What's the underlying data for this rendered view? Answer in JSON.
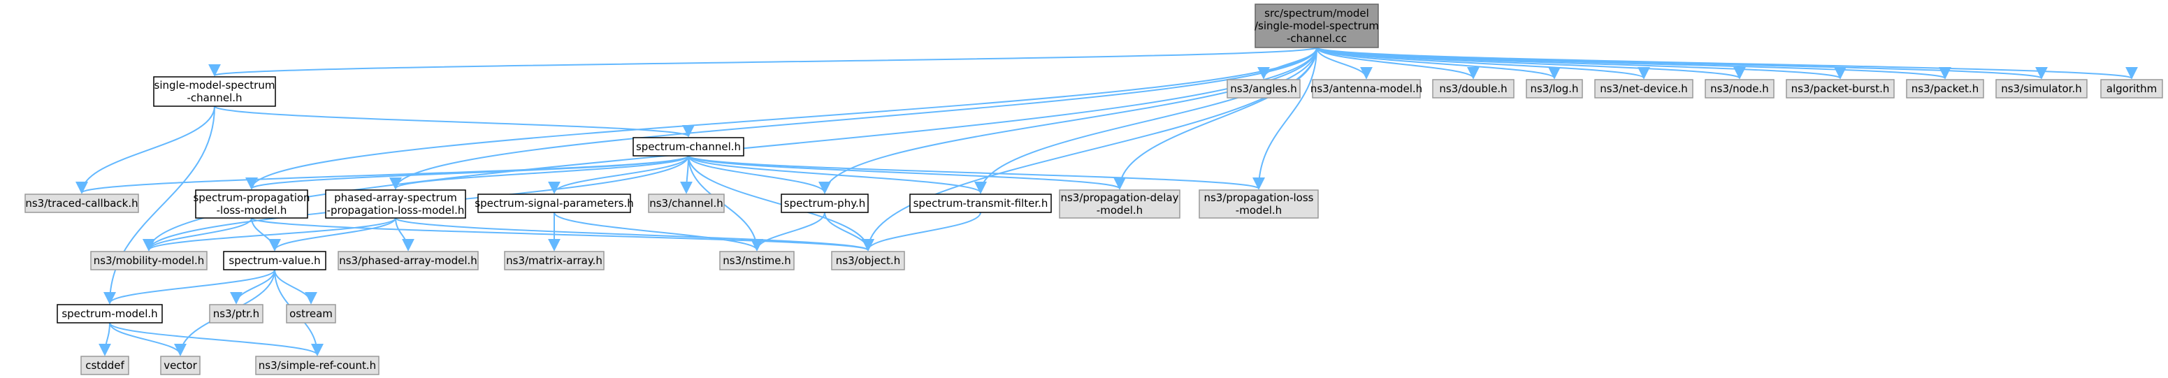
{
  "colors": {
    "edge": "#63b8ff",
    "root_fill": "#999999",
    "root_stroke": "#666666",
    "local_fill": "#ffffff",
    "local_stroke": "#000000",
    "external_fill": "#e0e0e0",
    "external_stroke": "#999999"
  },
  "nodes": [
    {
      "id": "root",
      "kind": "root",
      "lines": [
        "src/spectrum/model",
        "/single-model-spectrum",
        "-channel.cc"
      ]
    },
    {
      "id": "smsc_h",
      "kind": "local",
      "lines": [
        "single-model-spectrum",
        "-channel.h"
      ]
    },
    {
      "id": "angles",
      "kind": "external",
      "lines": [
        "ns3/angles.h"
      ]
    },
    {
      "id": "antenna",
      "kind": "external",
      "lines": [
        "ns3/antenna-model.h"
      ]
    },
    {
      "id": "double",
      "kind": "external",
      "lines": [
        "ns3/double.h"
      ]
    },
    {
      "id": "log",
      "kind": "external",
      "lines": [
        "ns3/log.h"
      ]
    },
    {
      "id": "netdev",
      "kind": "external",
      "lines": [
        "ns3/net-device.h"
      ]
    },
    {
      "id": "node",
      "kind": "external",
      "lines": [
        "ns3/node.h"
      ]
    },
    {
      "id": "pktburst",
      "kind": "external",
      "lines": [
        "ns3/packet-burst.h"
      ]
    },
    {
      "id": "packet",
      "kind": "external",
      "lines": [
        "ns3/packet.h"
      ]
    },
    {
      "id": "simulator",
      "kind": "external",
      "lines": [
        "ns3/simulator.h"
      ]
    },
    {
      "id": "algorithm",
      "kind": "external",
      "lines": [
        "algorithm"
      ]
    },
    {
      "id": "spchan",
      "kind": "local",
      "lines": [
        "spectrum-channel.h"
      ]
    },
    {
      "id": "traced",
      "kind": "external",
      "lines": [
        "ns3/traced-callback.h"
      ]
    },
    {
      "id": "spprop",
      "kind": "local",
      "lines": [
        "spectrum-propagation",
        "-loss-model.h"
      ]
    },
    {
      "id": "phased",
      "kind": "local",
      "lines": [
        "phased-array-spectrum",
        "-propagation-loss-model.h"
      ]
    },
    {
      "id": "sigparams",
      "kind": "local",
      "lines": [
        "spectrum-signal-parameters.h"
      ]
    },
    {
      "id": "ns3chan",
      "kind": "external",
      "lines": [
        "ns3/channel.h"
      ]
    },
    {
      "id": "spphy",
      "kind": "local",
      "lines": [
        "spectrum-phy.h"
      ]
    },
    {
      "id": "txfilter",
      "kind": "local",
      "lines": [
        "spectrum-transmit-filter.h"
      ]
    },
    {
      "id": "propdelay",
      "kind": "external",
      "lines": [
        "ns3/propagation-delay",
        "-model.h"
      ]
    },
    {
      "id": "proploss",
      "kind": "external",
      "lines": [
        "ns3/propagation-loss",
        "-model.h"
      ]
    },
    {
      "id": "mobility",
      "kind": "external",
      "lines": [
        "ns3/mobility-model.h"
      ]
    },
    {
      "id": "spvalue",
      "kind": "local",
      "lines": [
        "spectrum-value.h"
      ]
    },
    {
      "id": "phasedmodel",
      "kind": "external",
      "lines": [
        "ns3/phased-array-model.h"
      ]
    },
    {
      "id": "matrix",
      "kind": "external",
      "lines": [
        "ns3/matrix-array.h"
      ]
    },
    {
      "id": "nstime",
      "kind": "external",
      "lines": [
        "ns3/nstime.h"
      ]
    },
    {
      "id": "object",
      "kind": "external",
      "lines": [
        "ns3/object.h"
      ]
    },
    {
      "id": "spmodel",
      "kind": "local",
      "lines": [
        "spectrum-model.h"
      ]
    },
    {
      "id": "ptr",
      "kind": "external",
      "lines": [
        "ns3/ptr.h"
      ]
    },
    {
      "id": "ostream",
      "kind": "external",
      "lines": [
        "ostream"
      ]
    },
    {
      "id": "cstddef",
      "kind": "external",
      "lines": [
        "cstddef"
      ]
    },
    {
      "id": "vector",
      "kind": "external",
      "lines": [
        "vector"
      ]
    },
    {
      "id": "simpleref",
      "kind": "external",
      "lines": [
        "ns3/simple-ref-count.h"
      ]
    }
  ],
  "edges": [
    [
      "root",
      "smsc_h"
    ],
    [
      "root",
      "angles"
    ],
    [
      "root",
      "antenna"
    ],
    [
      "root",
      "double"
    ],
    [
      "root",
      "log"
    ],
    [
      "root",
      "netdev"
    ],
    [
      "root",
      "node"
    ],
    [
      "root",
      "pktburst"
    ],
    [
      "root",
      "packet"
    ],
    [
      "root",
      "simulator"
    ],
    [
      "root",
      "algorithm"
    ],
    [
      "root",
      "mobility"
    ],
    [
      "root",
      "spprop"
    ],
    [
      "root",
      "phased"
    ],
    [
      "root",
      "spphy"
    ],
    [
      "root",
      "txfilter"
    ],
    [
      "root",
      "propdelay"
    ],
    [
      "root",
      "proploss"
    ],
    [
      "root",
      "object"
    ],
    [
      "smsc_h",
      "spchan"
    ],
    [
      "smsc_h",
      "traced"
    ],
    [
      "smsc_h",
      "spmodel"
    ],
    [
      "spchan",
      "traced"
    ],
    [
      "spchan",
      "mobility"
    ],
    [
      "spchan",
      "spprop"
    ],
    [
      "spchan",
      "phased"
    ],
    [
      "spchan",
      "sigparams"
    ],
    [
      "spchan",
      "ns3chan"
    ],
    [
      "spchan",
      "spphy"
    ],
    [
      "spchan",
      "txfilter"
    ],
    [
      "spchan",
      "propdelay"
    ],
    [
      "spchan",
      "proploss"
    ],
    [
      "spchan",
      "nstime"
    ],
    [
      "spchan",
      "object"
    ],
    [
      "spprop",
      "mobility"
    ],
    [
      "spprop",
      "spvalue"
    ],
    [
      "spprop",
      "object"
    ],
    [
      "phased",
      "mobility"
    ],
    [
      "phased",
      "spvalue"
    ],
    [
      "phased",
      "phasedmodel"
    ],
    [
      "phased",
      "object"
    ],
    [
      "sigparams",
      "matrix"
    ],
    [
      "sigparams",
      "nstime"
    ],
    [
      "spphy",
      "nstime"
    ],
    [
      "spphy",
      "object"
    ],
    [
      "txfilter",
      "object"
    ],
    [
      "spvalue",
      "spmodel"
    ],
    [
      "spvalue",
      "ptr"
    ],
    [
      "spvalue",
      "ostream"
    ],
    [
      "spvalue",
      "vector"
    ],
    [
      "spvalue",
      "simpleref"
    ],
    [
      "spmodel",
      "cstddef"
    ],
    [
      "spmodel",
      "vector"
    ],
    [
      "spmodel",
      "simpleref"
    ]
  ]
}
